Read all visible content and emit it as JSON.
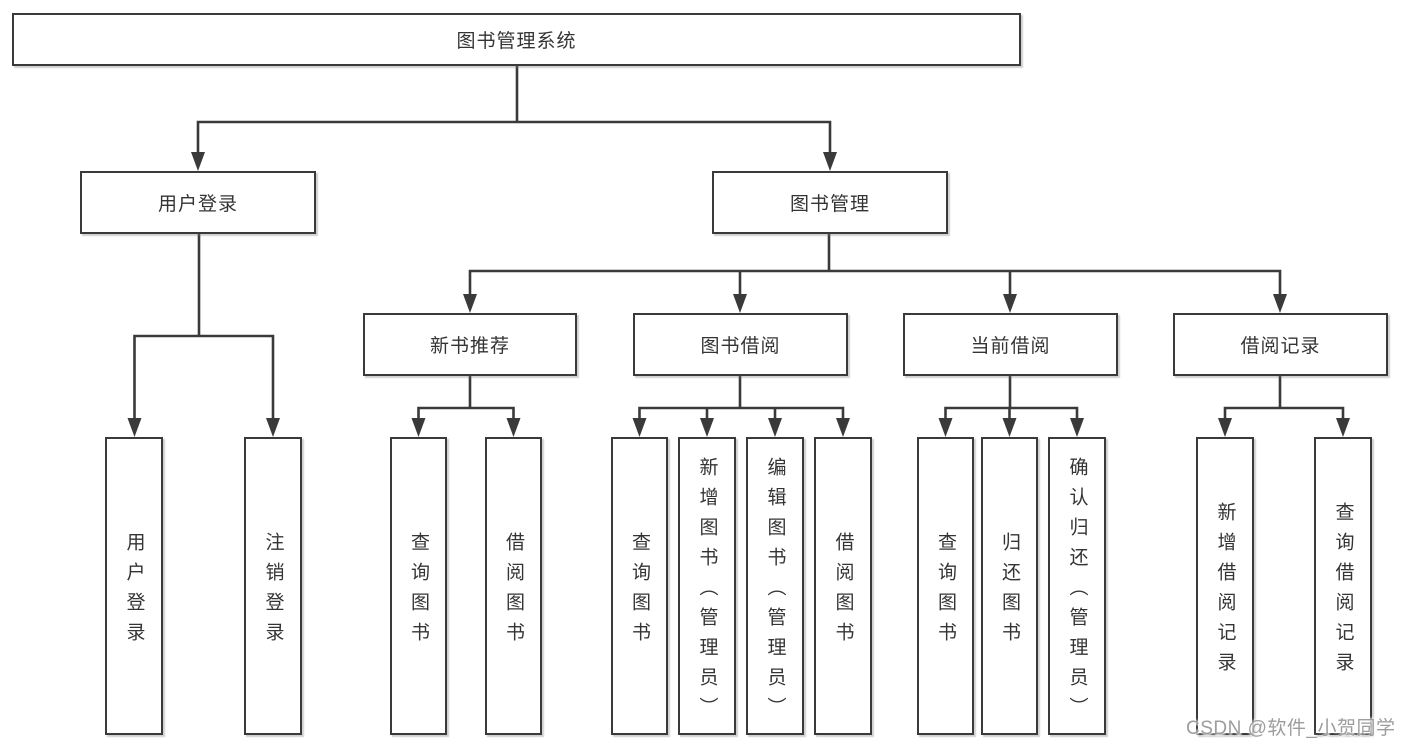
{
  "tree": {
    "label": "图书管理系统",
    "children": [
      {
        "label": "用户登录",
        "children": [
          {
            "label": "用户登录"
          },
          {
            "label": "注销登录"
          }
        ]
      },
      {
        "label": "图书管理",
        "children": [
          {
            "label": "新书推荐",
            "children": [
              {
                "label": "查询图书"
              },
              {
                "label": "借阅图书"
              }
            ]
          },
          {
            "label": "图书借阅",
            "children": [
              {
                "label": "查询图书"
              },
              {
                "label": "新增图书（管理员）"
              },
              {
                "label": "编辑图书（管理员）"
              },
              {
                "label": "借阅图书"
              }
            ]
          },
          {
            "label": "当前借阅",
            "children": [
              {
                "label": "查询图书"
              },
              {
                "label": "归还图书"
              },
              {
                "label": "确认归还（管理员）"
              }
            ]
          },
          {
            "label": "借阅记录",
            "children": [
              {
                "label": "新增借阅记录"
              },
              {
                "label": "查询借阅记录"
              }
            ]
          }
        ]
      }
    ]
  },
  "watermark": "CSDN @软件_小贺同学",
  "colors": {
    "line": "#3a3a3a",
    "text": "#343434",
    "background": "#ffffff",
    "watermark": "#9d9d9d"
  }
}
